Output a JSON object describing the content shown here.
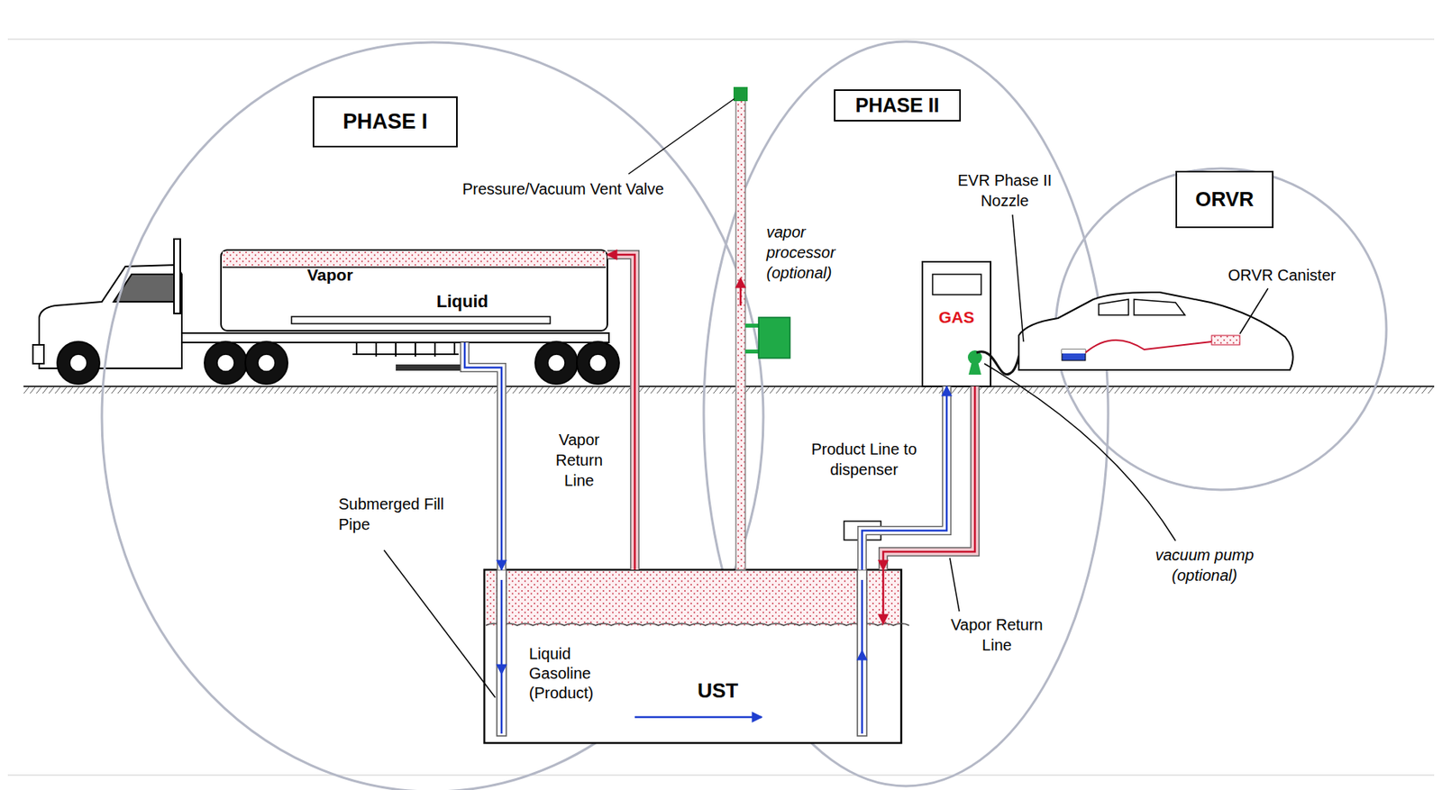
{
  "diagram": {
    "nodes": [
      {
        "text": [
          "PHASE I"
        ]
      },
      {
        "text": [
          "PHASE II"
        ]
      },
      {
        "text": [
          "ORVR"
        ]
      },
      {
        "text": [
          "Vapor",
          "Liquid"
        ]
      },
      {
        "text": [
          "Liquid Gasoline (Product)",
          "UST"
        ]
      },
      {
        "text": [
          "GAS"
        ]
      }
    ],
    "edges": [
      {
        "from": 3,
        "to": 4,
        "arrow": "to"
      },
      {
        "from": 4,
        "to": 3,
        "label": "Vapor Return Line",
        "arrow": "to"
      },
      {
        "from": 4,
        "to": 5,
        "label": "Product Line to dispenser",
        "arrow": "to"
      },
      {
        "from": 5,
        "to": 4,
        "arrow": "to"
      }
    ],
    "labels": [
      "Pressure/Vacuum Vent Valve",
      "vapor processor (optional)",
      "EVR Phase II Nozzle",
      "Submerged Fill Pipe",
      "vacuum pump (optional)",
      "ORVR Canister",
      "Vapor Return Line"
    ]
  }
}
